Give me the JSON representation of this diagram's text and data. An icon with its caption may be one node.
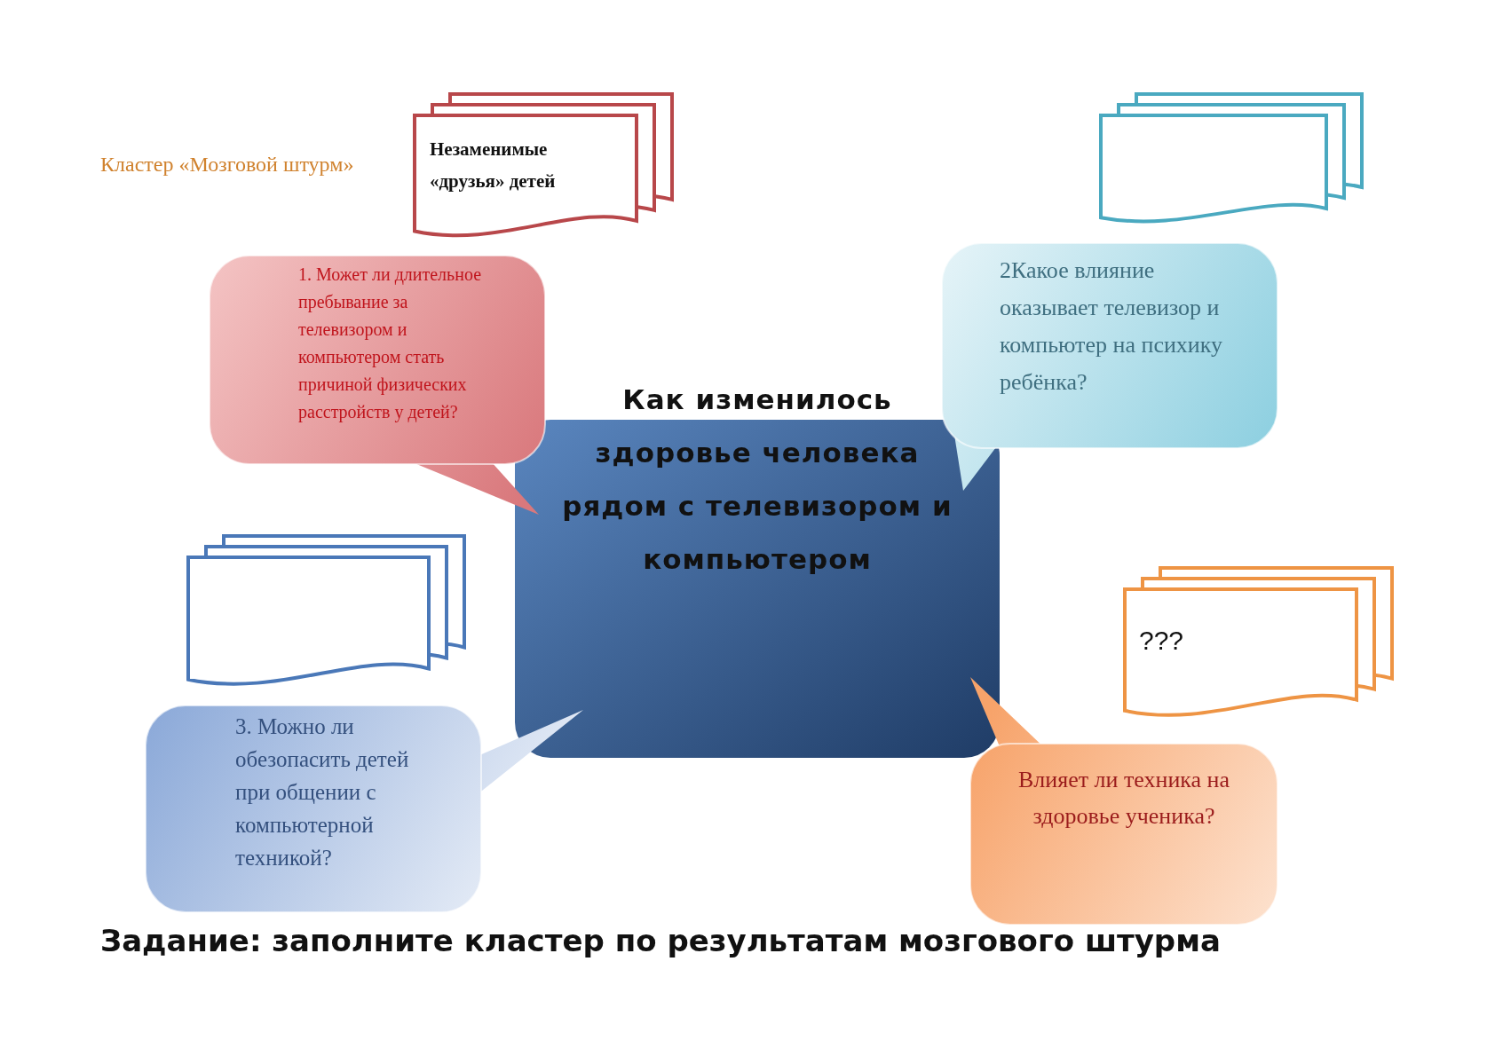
{
  "diagram": {
    "caption": "Задание: заполните кластер по результатам мозгового штурма",
    "nodes": [
      {
        "text": [
          "Как изменилось здоровье человека рядом с телевизором и компьютером"
        ]
      },
      {
        "text": [
          "Незаменимые «друзья» детей"
        ]
      },
      {
        "text": [
          "1. Может ли длительное пребывание за телевизором и компьютером стать причиной физических расстройств у детей?"
        ]
      },
      {
        "text": [],
        "shape": "document"
      },
      {
        "text": [
          "2Какое влияние оказывает телевизор и компьютер на психику ребёнка?"
        ]
      },
      {
        "text": [],
        "shape": "document"
      },
      {
        "text": [
          "3. Можно ли обезопасить детей при общении с компьютерной техникой?"
        ]
      },
      {
        "text": [
          "???"
        ]
      },
      {
        "text": [
          "Влияет ли техника на здоровье ученика?"
        ]
      }
    ],
    "labels": [
      "Кластер «Мозговой штурм»"
    ]
  }
}
